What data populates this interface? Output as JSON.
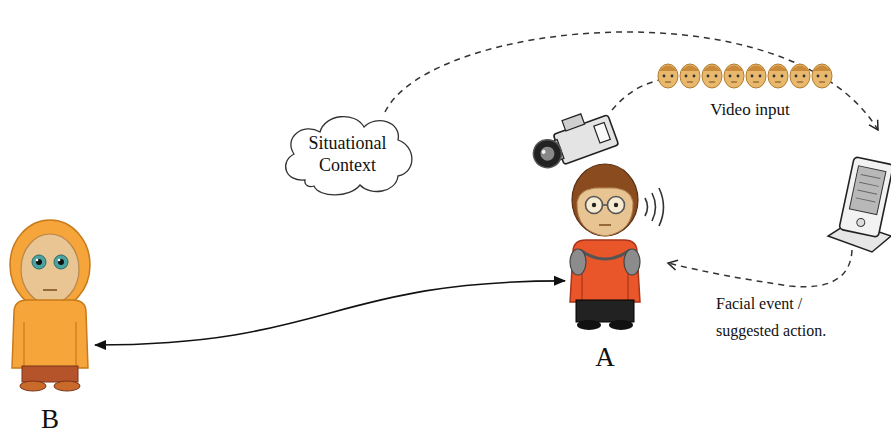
{
  "diagram": {
    "nodes": [
      {
        "text": [
          "Video input"
        ]
      },
      {
        "text": [
          "Situational Context"
        ]
      },
      {
        "text": [
          "A"
        ]
      },
      {
        "text": [
          "B"
        ]
      }
    ],
    "edges": [
      {
        "from": 3,
        "to": 2,
        "arrow": "both"
      }
    ],
    "labels": [
      "Facial event / suggested action."
    ]
  }
}
